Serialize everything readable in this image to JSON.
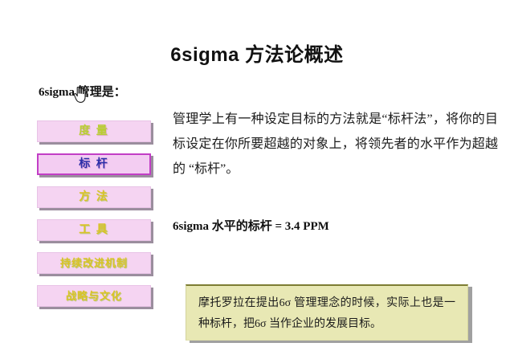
{
  "slide": {
    "title": "6sigma 方法论概述",
    "background_color": "#ffffff"
  },
  "left_column": {
    "heading": "6sigma 管理是：",
    "cursor_icon": "hand-pointer-cursor",
    "steps": [
      {
        "label": "度 量",
        "text_color": "#b8cf30",
        "box_color": "#f5d4f2",
        "highlighted": false
      },
      {
        "label": "标 杆",
        "text_color": "#2b2fa8",
        "box_color": "#f3cdf2",
        "highlighted": true
      },
      {
        "label": "方 法",
        "text_color": "#d9c326",
        "box_color": "#f5d4f2",
        "highlighted": false
      },
      {
        "label": "工 具",
        "text_color": "#d9c326",
        "box_color": "#f5d4f2",
        "highlighted": false
      },
      {
        "label": "持续改进机制",
        "text_color": "#d9c326",
        "box_color": "#f5d4f2",
        "highlighted": false
      },
      {
        "label": "战略与文化",
        "text_color": "#d9c326",
        "box_color": "#f5d4f2",
        "highlighted": false
      }
    ]
  },
  "main": {
    "paragraph": "管理学上有一种设定目标的方法就是“标杆法”，将你的目标设定在你所要超越的对象上，将领先者的水平作为超越的 “标杆”。",
    "formula": "6sigma 水平的标杆  = 3.4 PPM",
    "callout": {
      "text": "摩托罗拉在提出6σ 管理理念的时候，实际上也是一种标杆，把6σ 当作企业的发展目标。",
      "background_color": "#e8e8b4",
      "border_color": "#7d7d34"
    }
  }
}
